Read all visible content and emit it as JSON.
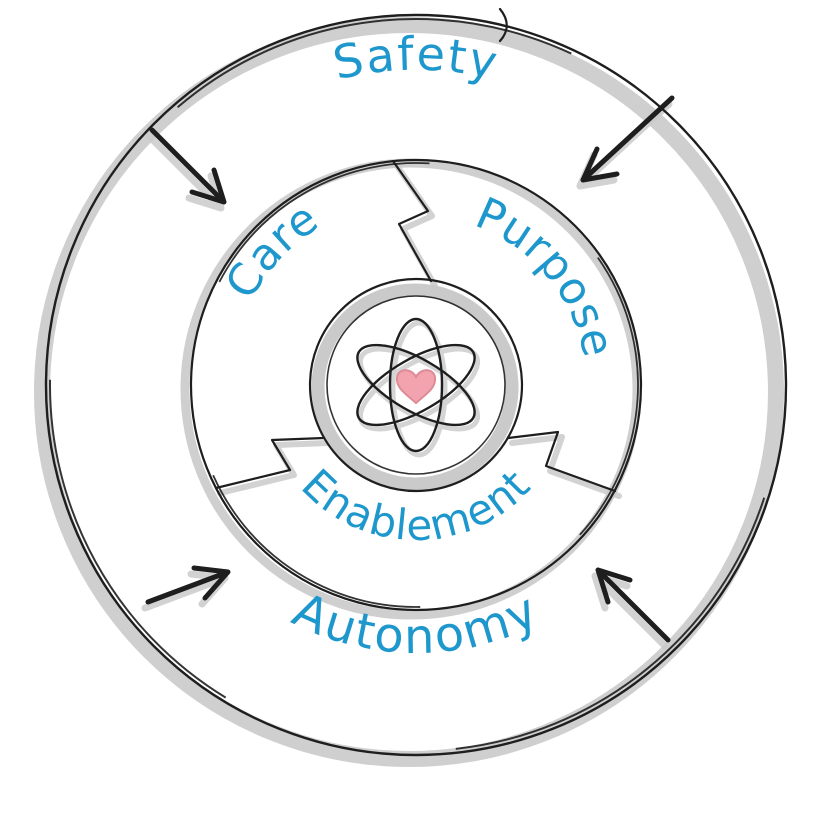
{
  "diagram": {
    "type": "circular-framework-diagram",
    "outer_ring": {
      "top_label": "Safety",
      "bottom_label": "Autonomy"
    },
    "inner_ring_segments": [
      {
        "label": "Care"
      },
      {
        "label": "Purpose"
      },
      {
        "label": "Enablement"
      }
    ],
    "icons": {
      "center": "atom-heart-icon",
      "outer_arrows": [
        "arrow-top-left",
        "arrow-top-right",
        "arrow-bottom-left",
        "arrow-bottom-right"
      ]
    },
    "colors": {
      "label_blue": "#1e97cd",
      "ink": "#1e1e1e",
      "shadow_gray": "#cacaca",
      "heart_fill": "#f2a3ad",
      "heart_outline": "#dd8c97"
    }
  }
}
